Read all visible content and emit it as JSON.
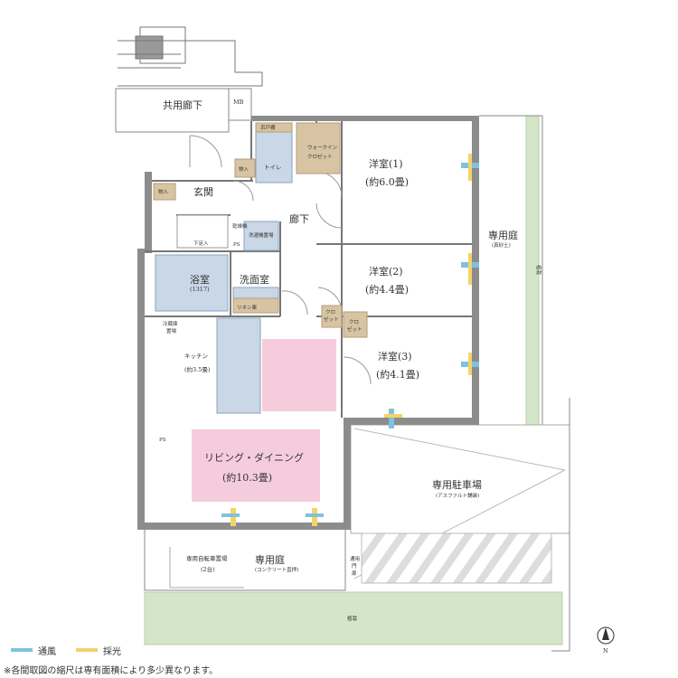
{
  "rooms": {
    "corridor_shared": "共用廊下",
    "mb": "MB",
    "entrance": "玄関",
    "storage": "物入",
    "shoe_box": "下足入",
    "toilet": "トイレ",
    "shelf": "吊戸棚",
    "walk_in": "ウォークイン",
    "walk_in_2": "クロゼット",
    "hallway": "廊下",
    "western1": "洋室(1)",
    "western1_size": "(約6.0畳)",
    "western2": "洋室(2)",
    "western2_size": "(約4.4畳)",
    "western3": "洋室(3)",
    "western3_size": "(約4.1畳)",
    "closet": "クロ",
    "closet_2": "ゼット",
    "bath": "浴室",
    "bath_size": "(1317)",
    "washroom": "洗面室",
    "washer": "洗濯機置場",
    "dryer": "乾燥機",
    "linen": "リネン庫",
    "ps": "PS",
    "fridge": "冷蔵庫",
    "fridge_2": "置場",
    "kitchen": "キッチン",
    "kitchen_size": "(約3.5畳)",
    "living": "リビング・ダイニング",
    "living_size": "(約10.3畳)",
    "garden_east": "専用庭",
    "garden_east_sub": "(真砂土)",
    "planting": "植栽",
    "parking": "専用駐車場",
    "parking_sub": "(アスファルト舗装)",
    "bike": "専用自転車置場",
    "bike_count": "(2台)",
    "garden_south": "専用庭",
    "garden_south_sub": "(コンクリート直押)",
    "bike_gate": "通用",
    "bike_gate_2": "門",
    "bike_gate_3": "扉",
    "north_mark": "N"
  },
  "legend": {
    "ventilation": "通風",
    "daylight": "採光"
  },
  "note": "※各間取図の縮尺は専有面積により多少異なります。",
  "colors": {
    "wall": "#8c8c8c",
    "wet_area": "#c9d7e6",
    "storage": "#d8c4a3",
    "pink": "#f5ccdc",
    "green": "#d3e6c7",
    "ventilation": "#7fc2de",
    "daylight": "#f4d36a"
  }
}
